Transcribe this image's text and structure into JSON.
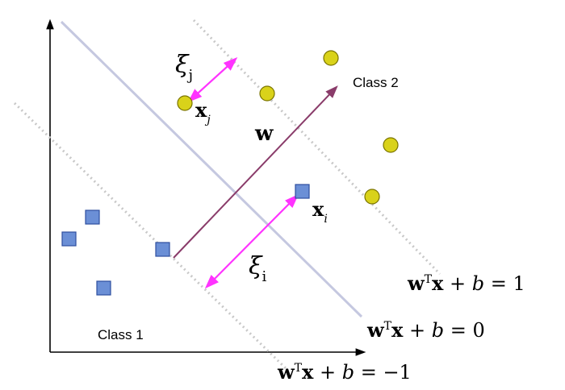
{
  "labels": {
    "class1": "Class 1",
    "class2": "Class 2",
    "xi_slack": "ξ",
    "xi_slack_sub": "i",
    "xj_slack": "ξ",
    "xj_slack_sub": "j",
    "vec_w": "w",
    "point_xi_main": "x",
    "point_xi_sub": "i",
    "point_xj_main": "x",
    "point_xj_sub": "j",
    "eq_pos": {
      "w": "w",
      "sup": "T",
      "rest": "x + ",
      "b": "b",
      "tail": " = 1"
    },
    "eq_zero": {
      "w": "w",
      "sup": "T",
      "rest": "x + ",
      "b": "b",
      "tail": " = 0"
    },
    "eq_neg": {
      "w": "w",
      "sup": "T",
      "rest": "x + ",
      "b": "b",
      "tail": " = −1"
    }
  },
  "colors": {
    "axis": "#000000",
    "margin_line": "#c8c8c8",
    "separator_line": "#c5c8e0",
    "normal_vector": "#8a3c6a",
    "slack_arrow": "#ff33ff",
    "class1_fill": "#6b8fd6",
    "class1_stroke": "#2f4f9f",
    "class2_fill": "#d9d21a",
    "class2_stroke": "#7a7400"
  }
}
